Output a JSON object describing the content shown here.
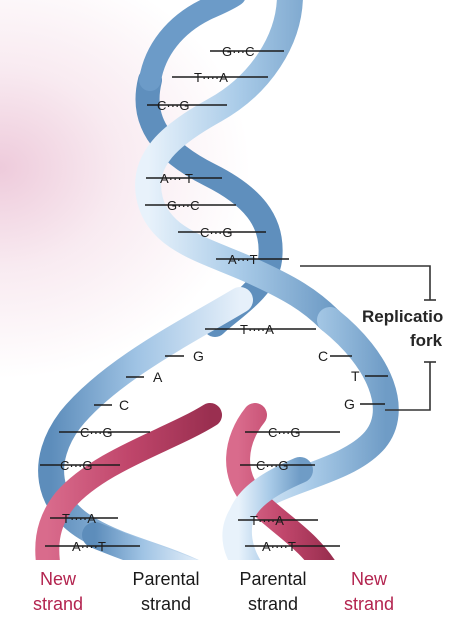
{
  "pairs_top": [
    {
      "text": "G···C"
    },
    {
      "text": "T····A"
    },
    {
      "text": "C···G"
    },
    {
      "text": "A··· T"
    },
    {
      "text": "G···C"
    },
    {
      "text": "C···G"
    },
    {
      "text": "A···T"
    }
  ],
  "pairs_right_top": [
    {
      "text": "T····A"
    }
  ],
  "left_single": [
    {
      "text": "G"
    },
    {
      "text": "A"
    },
    {
      "text": "C"
    }
  ],
  "right_single": [
    {
      "text": "C"
    },
    {
      "text": "T"
    },
    {
      "text": "G"
    }
  ],
  "left_pairs": [
    {
      "text": "C···G"
    },
    {
      "text": "C···G"
    },
    {
      "text": "T····A"
    },
    {
      "text": "A····T"
    }
  ],
  "right_pairs": [
    {
      "text": "C···G"
    },
    {
      "text": "C···G"
    },
    {
      "text": "T····A"
    },
    {
      "text": "A····T"
    }
  ],
  "fork_label": {
    "line1": "Replicatio",
    "line2": "fork"
  },
  "labels": {
    "new_left": {
      "line1": "New",
      "line2": "strand"
    },
    "parental_left": {
      "line1": "Parental",
      "line2": "strand"
    },
    "parental_right": {
      "line1": "Parental",
      "line2": "strand"
    },
    "new_right": {
      "line1": "New",
      "line2": "strand"
    }
  },
  "colors": {
    "parental_strand": "#a9cbe8",
    "parental_strand_dark": "#6f9cc6",
    "new_strand": "#c0466b",
    "new_strand_dark": "#9a2f50",
    "label_new": "#b3244f"
  }
}
